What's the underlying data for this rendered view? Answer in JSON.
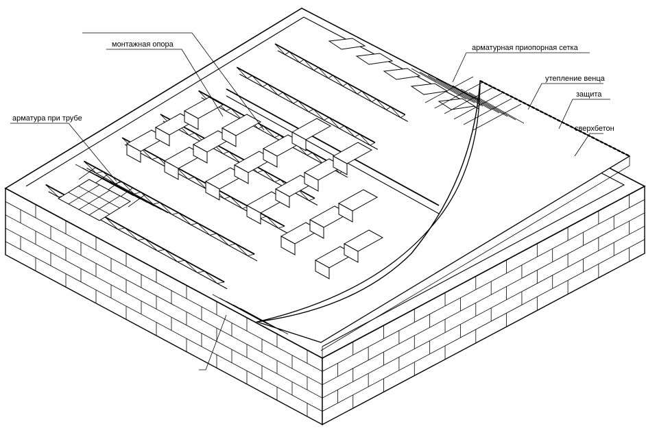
{
  "labels": {
    "mounting_support": "монтажная опора",
    "pipe_reinforcement": "арматура при трубе",
    "support_mesh": "арматурная приопорная сетка",
    "ring_insulation": "утепление венца",
    "protection": "защита",
    "topping_concrete": "сверхбетон"
  },
  "colors": {
    "ink": "#000000",
    "paper": "#ffffff"
  }
}
